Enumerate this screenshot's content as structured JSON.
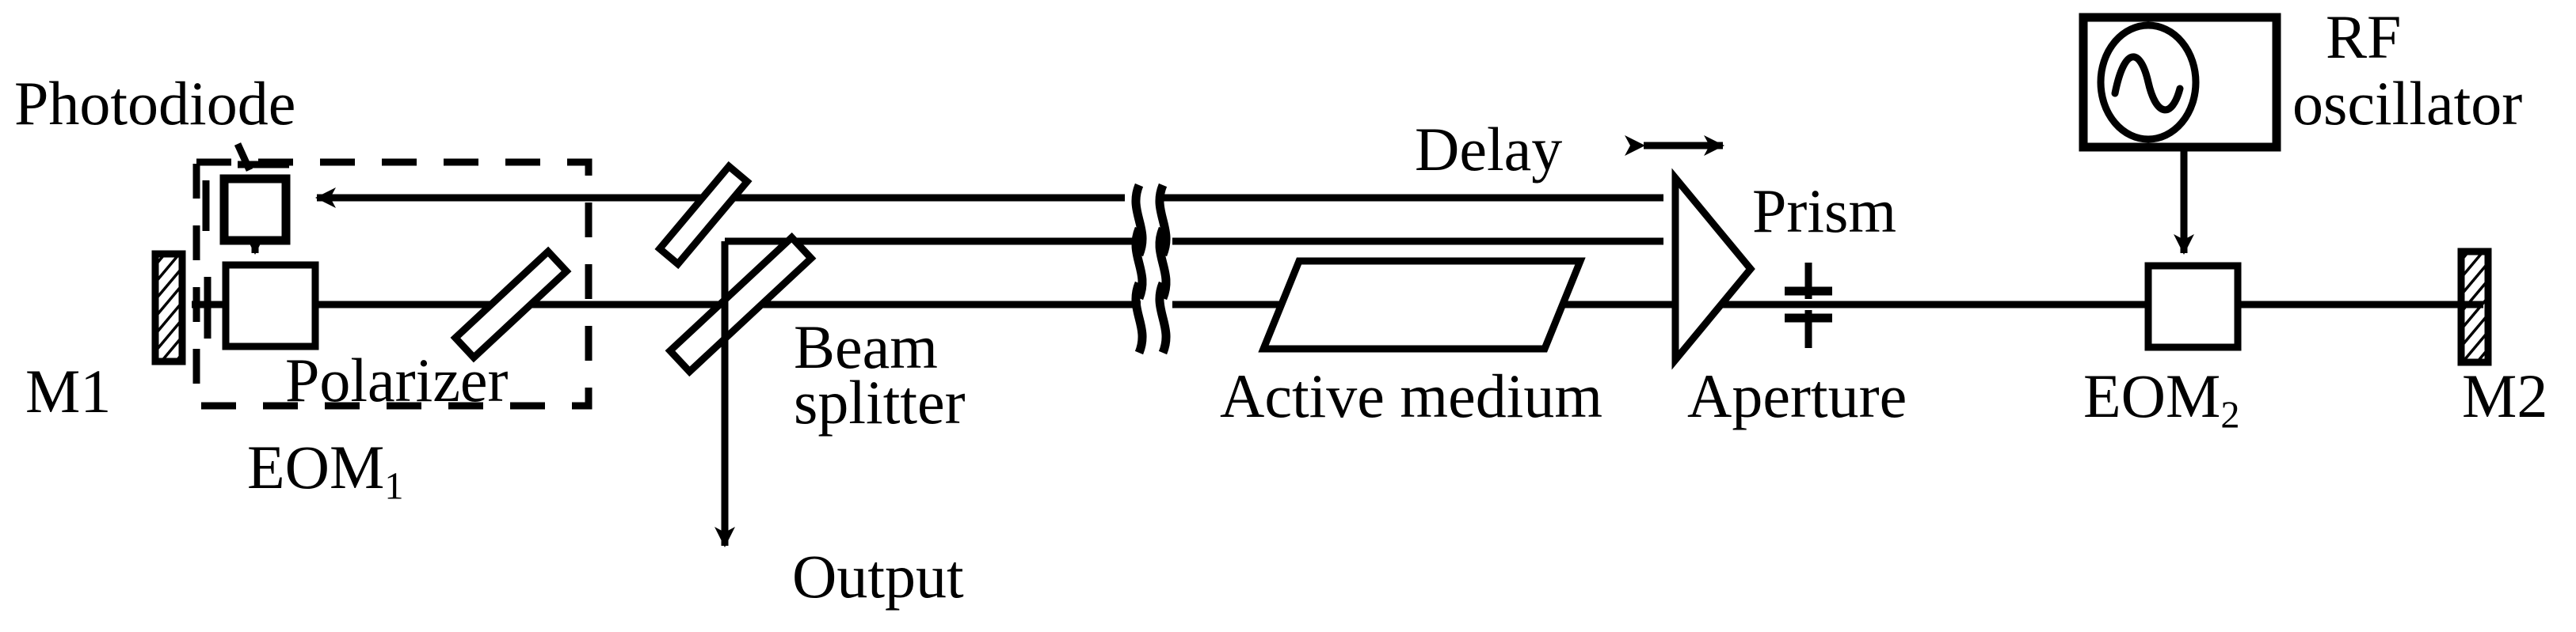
{
  "figure": {
    "kind": "optical-schematic",
    "title": "Laser cavity with intracavity EOMs, prism delay line and beam splitter output",
    "stroke_color": "#000000",
    "background_color": "#ffffff"
  },
  "labels": {
    "photodiode": "Photodiode",
    "m1": "M1",
    "polarizer": "Polarizer",
    "eom1": "EOM",
    "eom1_sub": "1",
    "beam_splitter_line1": "Beam",
    "beam_splitter_line2": "splitter",
    "output": "Output",
    "active_medium": "Active medium",
    "delay": "Delay",
    "prism": "Prism",
    "aperture": "Aperture",
    "eom2": "EOM",
    "eom2_sub": "2",
    "m2": "M2",
    "rf_line1": "RF",
    "rf_line2": "oscillator"
  },
  "components": [
    {
      "id": "m1",
      "name": "mirror-m1",
      "type": "hatched-mirror",
      "label": "M1"
    },
    {
      "id": "eom1-box",
      "name": "eom1-crystal",
      "type": "rect-on-axis",
      "label": "EOM1"
    },
    {
      "id": "photodiode",
      "name": "photodiode-detector",
      "type": "boxed-diode",
      "label": "Photodiode"
    },
    {
      "id": "polarizer",
      "name": "polarizer-plate",
      "type": "tilted-plate",
      "label": "Polarizer"
    },
    {
      "id": "dashed-group",
      "name": "eom1-dashed-group",
      "type": "dashed-rect",
      "label": "EOM1"
    },
    {
      "id": "bs-upper",
      "name": "beam-splitter-upper",
      "type": "tilted-plate",
      "label": "Beam splitter"
    },
    {
      "id": "bs-main",
      "name": "beam-splitter-main",
      "type": "tilted-plate",
      "label": "Beam splitter"
    },
    {
      "id": "output-arrow",
      "name": "output-beam-arrow",
      "type": "arrow-down",
      "label": "Output"
    },
    {
      "id": "active-medium",
      "name": "active-medium-rod",
      "type": "parallelogram",
      "label": "Active medium"
    },
    {
      "id": "prism",
      "name": "prism-retroreflector",
      "type": "triangle",
      "label": "Prism"
    },
    {
      "id": "delay-arrow",
      "name": "delay-translation-arrow",
      "type": "double-arrow",
      "label": "Delay"
    },
    {
      "id": "aperture",
      "name": "aperture-stop",
      "type": "double-tee",
      "label": "Aperture"
    },
    {
      "id": "eom2-box",
      "name": "eom2-crystal",
      "type": "rect-on-axis",
      "label": "EOM2"
    },
    {
      "id": "rf-osc",
      "name": "rf-oscillator-source",
      "type": "boxed-sine",
      "label": "RF oscillator"
    },
    {
      "id": "m2",
      "name": "mirror-m2",
      "type": "hatched-mirror",
      "label": "M2"
    }
  ],
  "beams": [
    {
      "name": "upper-return-beam",
      "from": "prism",
      "to": "photodiode",
      "direction": "leftward"
    },
    {
      "name": "mid-beam",
      "from": "beam-splitter-upper",
      "to": "prism",
      "direction": "rightward"
    },
    {
      "name": "main-cavity-axis",
      "from": "m1",
      "to": "m2",
      "direction": "bidirectional"
    },
    {
      "name": "output-beam",
      "from": "beam-splitter-main",
      "to": "output",
      "direction": "downward"
    },
    {
      "name": "photodiode-to-eom1",
      "from": "photodiode",
      "to": "eom1",
      "direction": "downward"
    },
    {
      "name": "rf-to-eom2",
      "from": "rf-oscillator",
      "to": "eom2",
      "direction": "downward"
    }
  ],
  "break_marks": {
    "name": "beam-break-symbol",
    "count": 3,
    "style": "double-squiggle"
  }
}
